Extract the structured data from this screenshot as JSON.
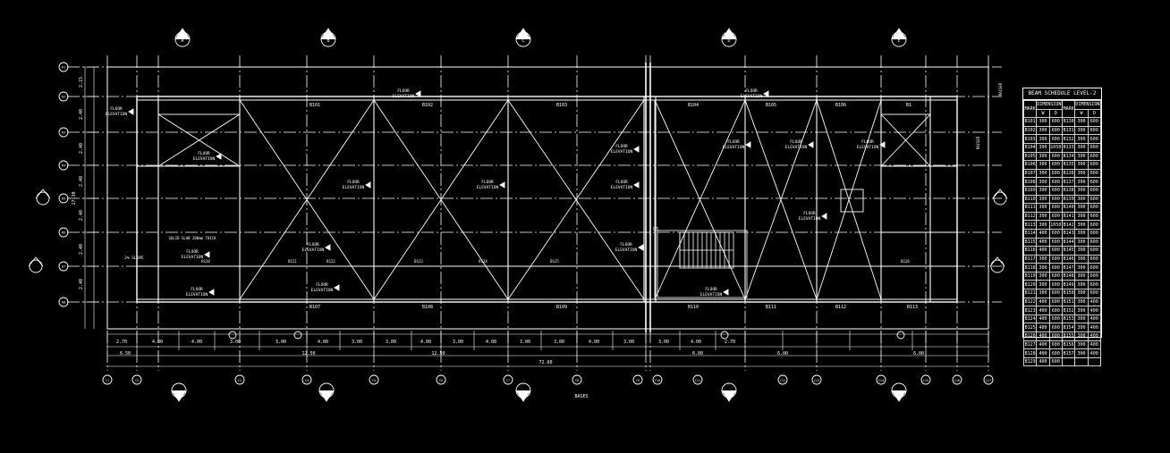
{
  "drawing": {
    "title": "BASES",
    "grid_top_labels": [
      "A",
      "B",
      "C",
      "D",
      "E"
    ],
    "column_markers": [
      "C1",
      "C2",
      "C3",
      "C4",
      "C5",
      "C6",
      "C7",
      "C8",
      "C9",
      "C10",
      "C11",
      "C12",
      "C13",
      "C14",
      "C15",
      "C16",
      "C17"
    ],
    "row_markers": [
      "R1",
      "R2",
      "R3",
      "R4",
      "R5",
      "R6",
      "R7",
      "R8"
    ],
    "dims_top": [
      "2.70",
      "4.00",
      "4.00",
      "3.00",
      "3.00",
      "4.00",
      "3.00",
      "3.00",
      "4.00",
      "3.00",
      "4.00",
      "3.00",
      "3.00",
      "4.00",
      "3.00",
      "3.00",
      "4.00",
      "2.70"
    ],
    "dims_mid": [
      "6.50",
      "12.50",
      "12.50",
      "6.00",
      "6.00",
      "6.00"
    ],
    "dim_total": "72.60",
    "dims_left": [
      "2.15",
      "2.40",
      "2.40",
      "2.40",
      "2.40",
      "2.40",
      "2.40"
    ],
    "dim_left_total": "17.30",
    "beam_labels_top": [
      "B101",
      "B102",
      "B103",
      "B104",
      "B105",
      "B106",
      "B1"
    ],
    "beam_labels_bottom": [
      "B107",
      "B108",
      "B109",
      "B110",
      "B111",
      "B112",
      "B113"
    ],
    "beam_labels_mid": [
      "B120",
      "B121",
      "B122",
      "B123",
      "B124",
      "B125",
      "B126"
    ],
    "floor_elevation_label": "FLOOR ELEVATION",
    "slope_label": "2% SLOPE",
    "note_label": "SOLID SLAB 200mm THICK",
    "raiser_label": "RAISER",
    "stair_label": "C3"
  },
  "schedule": {
    "title": "BEAM SCHEDULE LEVEL-2",
    "head_mark": "MARK",
    "head_dims": "DIMENSIONS",
    "sub_w": "W",
    "sub_d": "D",
    "rows": [
      [
        "B101",
        "300",
        "600",
        "B130",
        "300",
        "600"
      ],
      [
        "B102",
        "300",
        "600",
        "B131",
        "300",
        "600"
      ],
      [
        "B103",
        "300",
        "600",
        "B132",
        "300",
        "600"
      ],
      [
        "B104",
        "300",
        "1050",
        "B133",
        "300",
        "600"
      ],
      [
        "B105",
        "300",
        "600",
        "B134",
        "300",
        "600"
      ],
      [
        "B106",
        "300",
        "600",
        "B135",
        "300",
        "600"
      ],
      [
        "B107",
        "300",
        "600",
        "B136",
        "300",
        "600"
      ],
      [
        "B108",
        "300",
        "600",
        "B137",
        "300",
        "600"
      ],
      [
        "B109",
        "300",
        "600",
        "B138",
        "300",
        "600"
      ],
      [
        "B110",
        "300",
        "600",
        "B139",
        "300",
        "600"
      ],
      [
        "B111",
        "300",
        "600",
        "B140",
        "300",
        "600"
      ],
      [
        "B112",
        "300",
        "600",
        "B141",
        "300",
        "600"
      ],
      [
        "B113",
        "300",
        "1050",
        "B142",
        "300",
        "600"
      ],
      [
        "B114",
        "400",
        "600",
        "B143",
        "300",
        "600"
      ],
      [
        "B115",
        "400",
        "600",
        "B144",
        "300",
        "600"
      ],
      [
        "B116",
        "400",
        "600",
        "B145",
        "300",
        "600"
      ],
      [
        "B117",
        "300",
        "600",
        "B146",
        "300",
        "600"
      ],
      [
        "B118",
        "300",
        "600",
        "B147",
        "300",
        "600"
      ],
      [
        "B119",
        "300",
        "600",
        "B148",
        "300",
        "600"
      ],
      [
        "B120",
        "300",
        "600",
        "B149",
        "300",
        "600"
      ],
      [
        "B121",
        "300",
        "600",
        "B150",
        "300",
        "600"
      ],
      [
        "B122",
        "400",
        "600",
        "B151",
        "300",
        "400"
      ],
      [
        "B123",
        "400",
        "600",
        "B152",
        "300",
        "400"
      ],
      [
        "B124",
        "400",
        "600",
        "B153",
        "300",
        "400"
      ],
      [
        "B125",
        "400",
        "600",
        "B154",
        "300",
        "400"
      ],
      [
        "B126",
        "400",
        "600",
        "B155",
        "300",
        "400"
      ],
      [
        "B127",
        "400",
        "600",
        "B156",
        "300",
        "400"
      ],
      [
        "B128",
        "400",
        "600",
        "B157",
        "300",
        "400"
      ],
      [
        "B129",
        "400",
        "600",
        "",
        "",
        ""
      ]
    ]
  },
  "colors": {
    "background": "#000000",
    "lines": "#ffffff"
  }
}
